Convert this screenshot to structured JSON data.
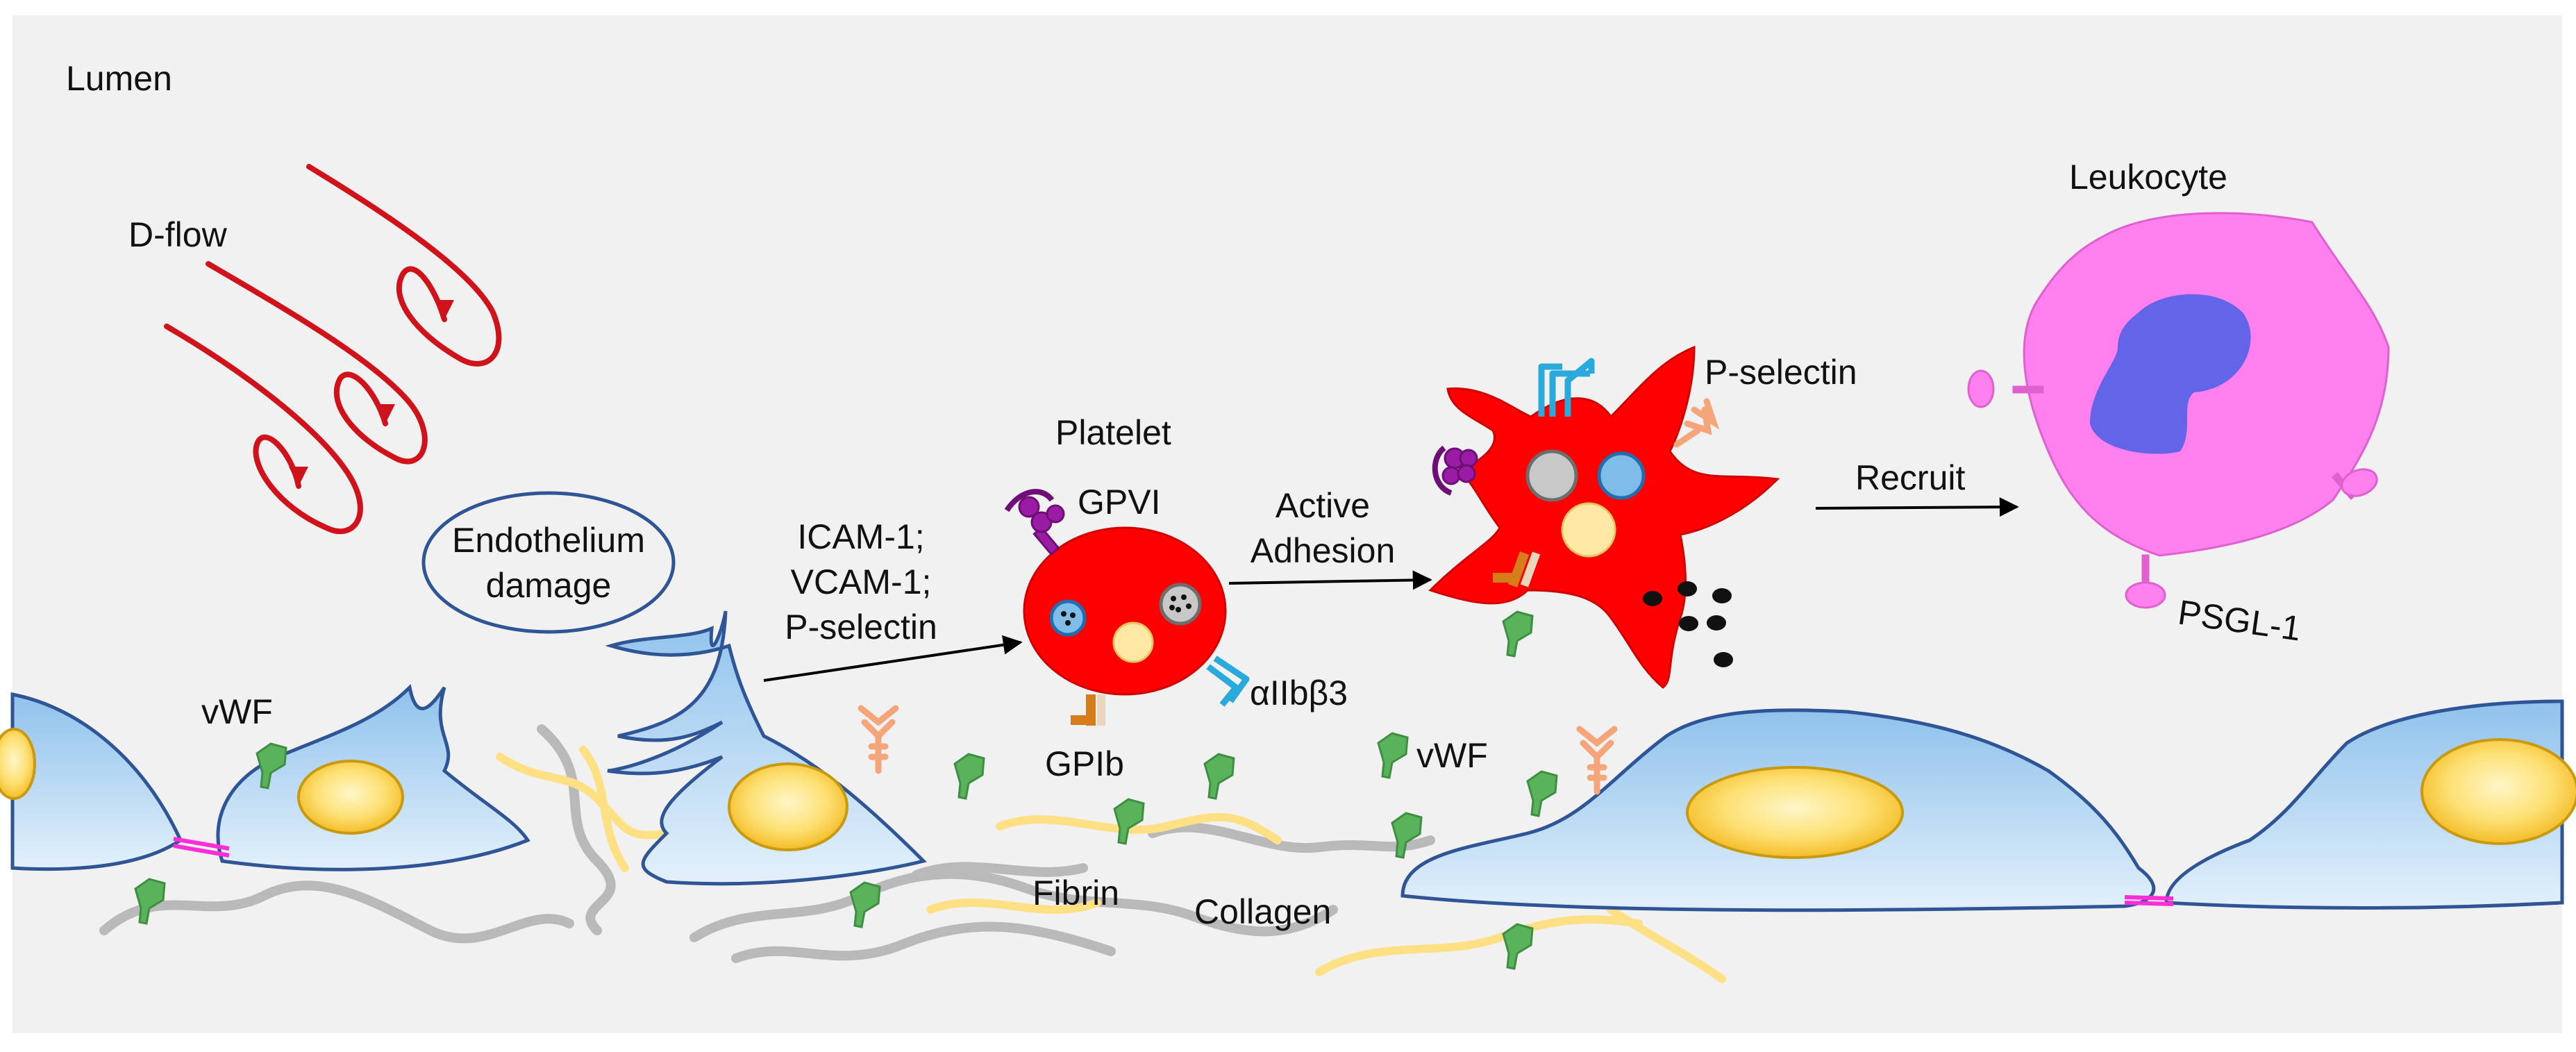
{
  "labels": {
    "lumen": "Lumen",
    "dflow": "D-flow",
    "endothelium_line1": "Endothelium",
    "endothelium_line2": "damage",
    "icam": "ICAM-1;",
    "vcam": "VCAM-1;",
    "pselectin_left": "P-selectin",
    "platelet": "Platelet",
    "gpvi": "GPVI",
    "gpib": "GPIb",
    "aiib": "αIIbβ3",
    "vwf_left": "vWF",
    "vwf_right": "vWF",
    "active": "Active",
    "adhesion": "Adhesion",
    "pselectin_right": "P-selectin",
    "recruit": "Recruit",
    "leukocyte": "Leukocyte",
    "psgl": "PSGL-1",
    "fibrin": "Fibrin",
    "collagen": "Collagen"
  },
  "colors": {
    "background": "#f1f1f1",
    "flow_arrows": "#d0121b",
    "endothelial_cell": "#a9cfee",
    "nucleus": "#f8c31b",
    "platelet": "#ff0000",
    "leukocyte": "#ff80ee",
    "leukocyte_nucleus": "#6464e8",
    "vwf": "#58b35a",
    "collagen": "#ffe085",
    "fibrin": "#b9b9b9",
    "integrin": "#2aa9dc",
    "gpvi": "#9a1ca4",
    "p_selectin": "#f5a57a",
    "junction": "#ff2ed9"
  }
}
